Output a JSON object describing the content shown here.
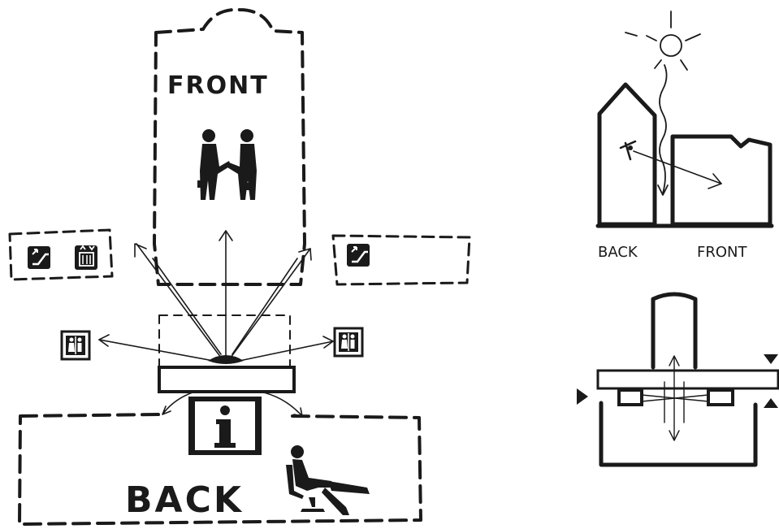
{
  "labels": {
    "left_front": "FRONT",
    "left_back": "BACK",
    "right_back": "BACK",
    "right_front": "FRONT"
  },
  "colors": {
    "ink": "#1a1a1a",
    "paper": "#ffffff"
  },
  "icons": [
    "escalator-icon",
    "elevator-icon",
    "restroom-icon",
    "information-icon",
    "business-handshake-icon",
    "seated-person-icon",
    "sun-icon",
    "eye-icon"
  ]
}
